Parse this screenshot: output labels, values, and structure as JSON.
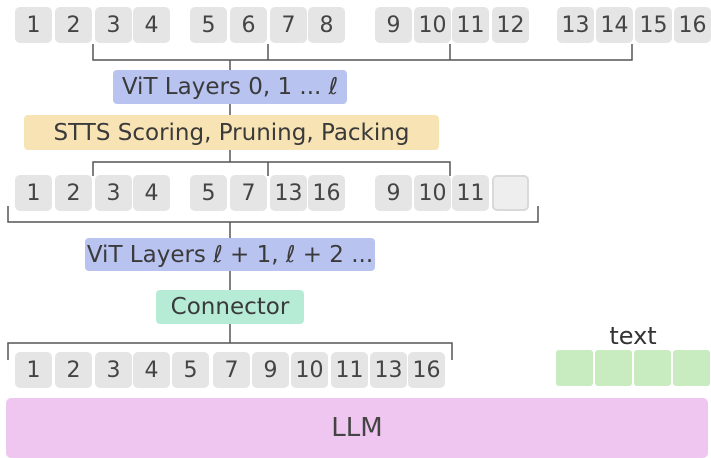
{
  "rows": {
    "input": [
      "1",
      "2",
      "3",
      "4",
      "5",
      "6",
      "7",
      "8",
      "9",
      "10",
      "11",
      "12",
      "13",
      "14",
      "15",
      "16"
    ],
    "packed": [
      "1",
      "2",
      "3",
      "4",
      "5",
      "7",
      "13",
      "16",
      "9",
      "10",
      "11",
      ""
    ],
    "output": [
      "1",
      "2",
      "3",
      "4",
      "5",
      "7",
      "9",
      "10",
      "11",
      "13",
      "16"
    ]
  },
  "labels": {
    "vit_first": "ViT Layers 0, 1 ... ℓ",
    "stts": "STTS Scoring, Pruning, Packing",
    "vit_second": "ViT Layers ℓ + 1, ℓ + 2 ...",
    "connector": "Connector",
    "text": "text",
    "llm": "LLM"
  },
  "colors": {
    "token": "#e5e5e5",
    "vit": "#b8c3f0",
    "stts": "#f8e3b4",
    "connector": "#b6ecd6",
    "text_token": "#c8ebc0",
    "llm": "#efc6ef"
  }
}
